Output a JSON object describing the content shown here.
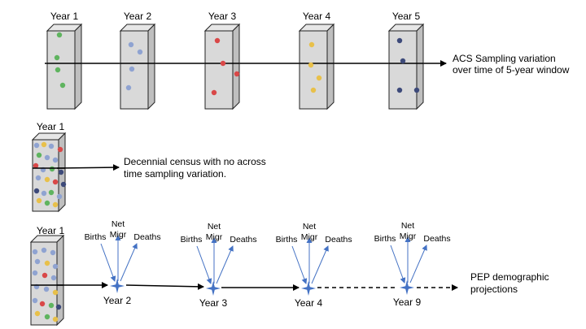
{
  "colors": {
    "box_front": "#d9d9d9",
    "box_side": "#bfbfbf",
    "box_top": "#e7e7e7",
    "box_stroke": "#222222",
    "arrow": "#000000",
    "flow_arrow": "#4472c4",
    "star": "#4472c4",
    "green": "#5fb45f",
    "blue": "#8fa3d1",
    "red": "#d94848",
    "yellow": "#e8c04a",
    "navy": "#3d4a7a"
  },
  "acs": {
    "boxes": [
      {
        "label": "Year 1",
        "dot_color": "green"
      },
      {
        "label": "Year 2",
        "dot_color": "blue"
      },
      {
        "label": "Year 3",
        "dot_color": "red"
      },
      {
        "label": "Year 4",
        "dot_color": "yellow"
      },
      {
        "label": "Year 5",
        "dot_color": "navy"
      }
    ],
    "caption_line1": "ACS Sampling variation",
    "caption_line2": "over time of 5-year window"
  },
  "decennial": {
    "box_label": "Year 1",
    "caption_line1": "Decennial census with no across",
    "caption_line2": "time sampling variation."
  },
  "pep": {
    "box_label": "Year 1",
    "nodes": [
      {
        "label": "Year 2",
        "births": "Births",
        "net": "Net",
        "migr": "Migr",
        "deaths": "Deaths"
      },
      {
        "label": "Year 3",
        "births": "Births",
        "net": "Net",
        "migr": "Migr",
        "deaths": "Deaths"
      },
      {
        "label": "Year 4",
        "births": "Births",
        "net": "Net",
        "migr": "Migr",
        "deaths": "Deaths"
      },
      {
        "label": "Year 9",
        "births": "Births",
        "net": "Net",
        "migr": "Migr",
        "deaths": "Deaths"
      }
    ],
    "caption_line1": "PEP demographic",
    "caption_line2": "projections"
  }
}
